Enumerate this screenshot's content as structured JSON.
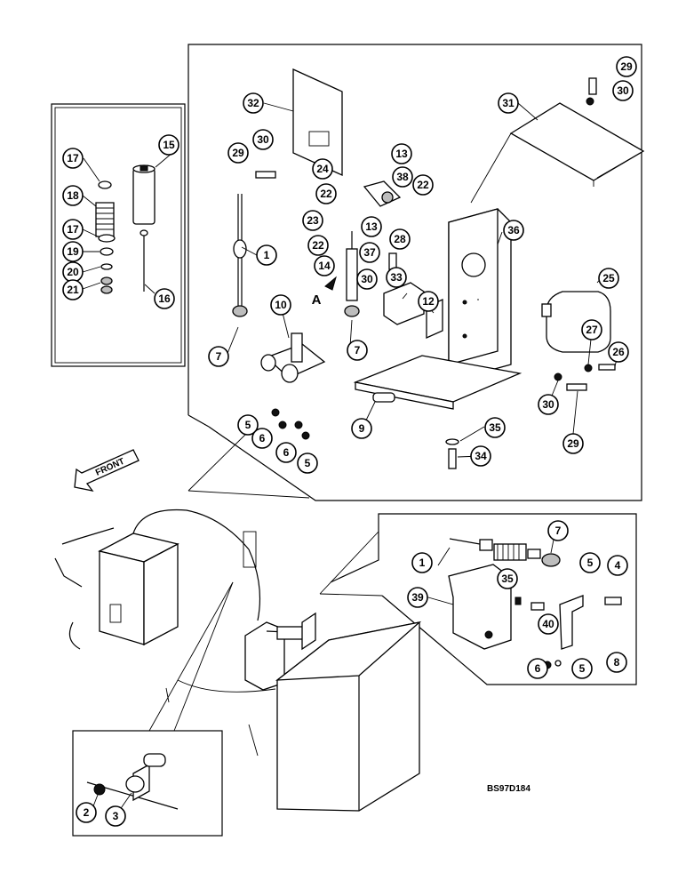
{
  "diagram": {
    "drawing_code": "BS97D184",
    "view_marker": "A",
    "direction_label": "FRONT",
    "callouts": {
      "top_left": [
        "15",
        "16",
        "17",
        "17",
        "18",
        "19",
        "20",
        "21"
      ],
      "main": [
        "1",
        "5",
        "5",
        "6",
        "6",
        "7",
        "7",
        "9",
        "10",
        "12",
        "13",
        "13",
        "14",
        "22",
        "22",
        "23",
        "24",
        "25",
        "26",
        "27",
        "28",
        "29",
        "29",
        "29",
        "30",
        "30",
        "30",
        "30",
        "31",
        "32",
        "33",
        "34",
        "35",
        "36",
        "37",
        "38"
      ],
      "right_detail": [
        "1",
        "4",
        "5",
        "5",
        "6",
        "7",
        "8",
        "35",
        "39",
        "40"
      ],
      "bottom_left": [
        "2",
        "3"
      ]
    }
  }
}
